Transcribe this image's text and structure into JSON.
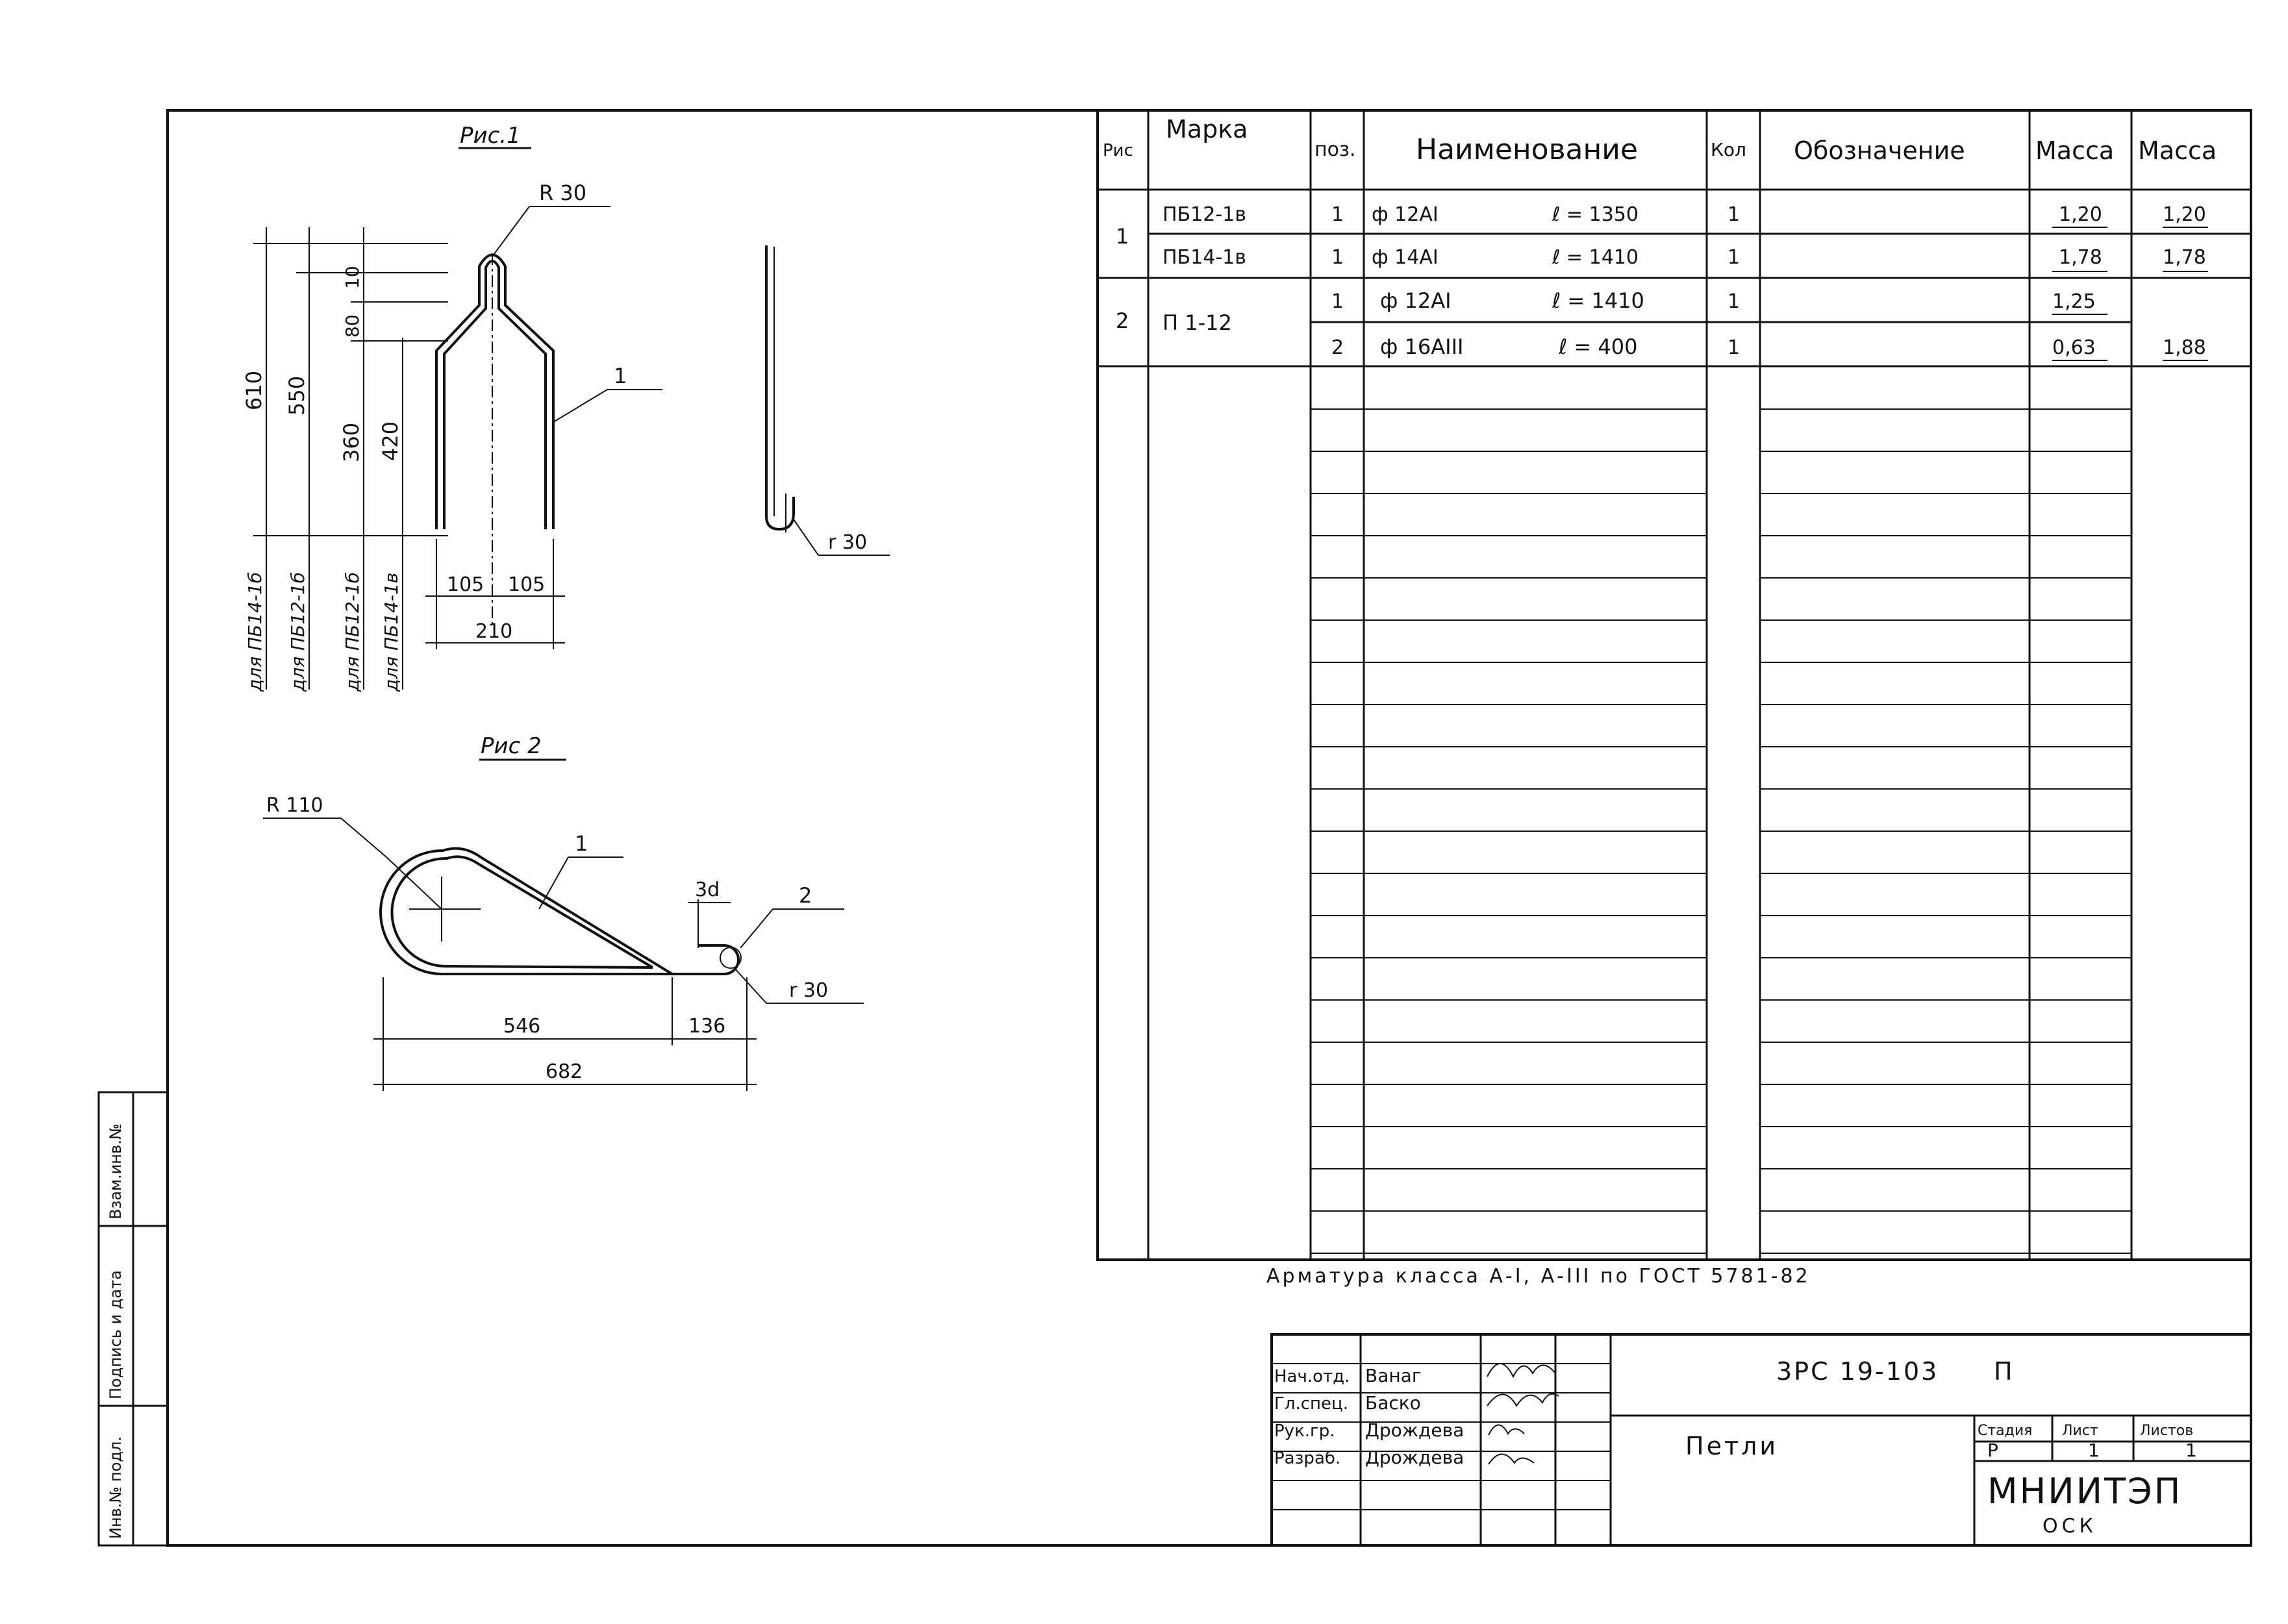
{
  "fig1": {
    "title": "Рис.1",
    "radius_top": "R 30",
    "radius_side": "r 30",
    "pos_label": "1",
    "dims": {
      "h610": "610",
      "h550": "550",
      "h10": "10",
      "h80": "80",
      "h360": "360",
      "h420": "420",
      "w105a": "105",
      "w105b": "105",
      "w210": "210"
    },
    "for_labels": [
      "для ПБ14-1б",
      "для ПБ12-1б",
      "для ПБ12-1б",
      "для ПБ14-1в"
    ]
  },
  "fig2": {
    "title": "Рис 2",
    "radius_big": "R 110",
    "radius_small": "r 30",
    "pos1": "1",
    "pos2": "2",
    "hook_gap": "3d",
    "dims": {
      "d546": "546",
      "d136": "136",
      "d682": "682"
    }
  },
  "spec": {
    "headers": {
      "ris": "Рис",
      "marka": "Марка",
      "poz": "поз.",
      "name": "Наименование",
      "kol": "Кол",
      "oboz": "Обозначение",
      "massa1": "Масса",
      "massa2": "Масса"
    },
    "rows": [
      {
        "ris": "1",
        "marka": "ПБ12-1в",
        "poz": "1",
        "dia": "ф 12АI",
        "len": "ℓ = 1350",
        "kol": "1",
        "m1": "1,20",
        "m2": "1,20"
      },
      {
        "ris": "",
        "marka": "ПБ14-1в",
        "poz": "1",
        "dia": "ф 14АI",
        "len": "ℓ = 1410",
        "kol": "1",
        "m1": "1,78",
        "m2": "1,78"
      },
      {
        "ris": "2",
        "marka": "П 1-12",
        "poz": "1",
        "dia": "ф 12АI",
        "len": "ℓ = 1410",
        "kol": "1",
        "m1": "1,25",
        "m2": ""
      },
      {
        "ris": "",
        "marka": "",
        "poz": "2",
        "dia": "ф 16АIII",
        "len": "ℓ = 400",
        "kol": "1",
        "m1": "0,63",
        "m2": "1,88"
      }
    ],
    "note": "Арматура класса А-I, А-III по ГОСТ 5781-82"
  },
  "stamp": {
    "doc_code": "3РС 19-103",
    "doc_suffix": "П",
    "title": "Петли",
    "roles": [
      "Нач.отд.",
      "Гл.спец.",
      "Рук.гр.",
      "Разраб."
    ],
    "names": [
      "Ванаг",
      "Баско",
      "Дрождева",
      "Дрождева"
    ],
    "stage_label": "Стадия",
    "sheet_label": "Лист",
    "sheets_label": "Листов",
    "stage": "Р",
    "sheet": "1",
    "sheets": "1",
    "org": "МНИИТЭП",
    "org_sub": "ОСК"
  },
  "side_strip": {
    "labels": [
      "Инв.№ подл.",
      "Подпись и дата",
      "Взам.инв.№"
    ]
  }
}
